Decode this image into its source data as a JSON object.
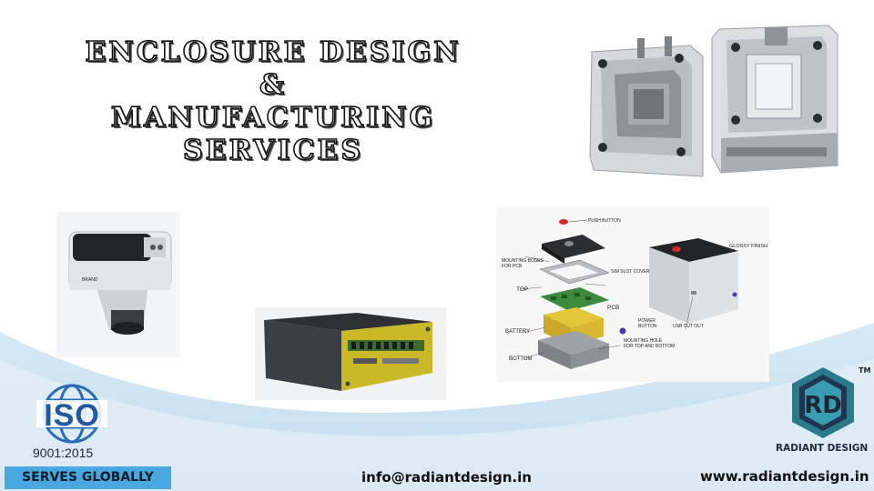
{
  "title": {
    "line1": "ENCLOSURE DESIGN",
    "line2": "&",
    "line3": "MANUFACTURING",
    "line4": "SERVICES"
  },
  "diagram_labels": {
    "push_button": "PUSH BUTTON",
    "mounting_bosses": "MOUNTING BOSES",
    "for_pcb": "FOR PCB",
    "sim_slot": "SIM SLOT COVER",
    "top": "TOP",
    "pcb": "PCB",
    "battery": "BATTERY",
    "power": "POWER",
    "button": "BUTTON",
    "mounting_hole": "MOUNTING HOLE",
    "for_top_bottom": "FOR TOP AND BOTTOM",
    "bottom": "BOTTOM",
    "glossy": "GLOSSY FINISH",
    "usb": "USB CUT OUT"
  },
  "iso": {
    "mark": "ISO",
    "standard": "9001:2015"
  },
  "footer": {
    "serves": "SERVES GLOBALLY",
    "email": "info@radiantdesign.in",
    "website": "www.radiantdesign.in"
  },
  "brand": {
    "name": "RADIANT DESIGN",
    "tm": "TM"
  },
  "colors": {
    "accent_blue": "#4aa8e0",
    "logo_teal": "#2b7a8c",
    "logo_navy": "#1f3550"
  }
}
